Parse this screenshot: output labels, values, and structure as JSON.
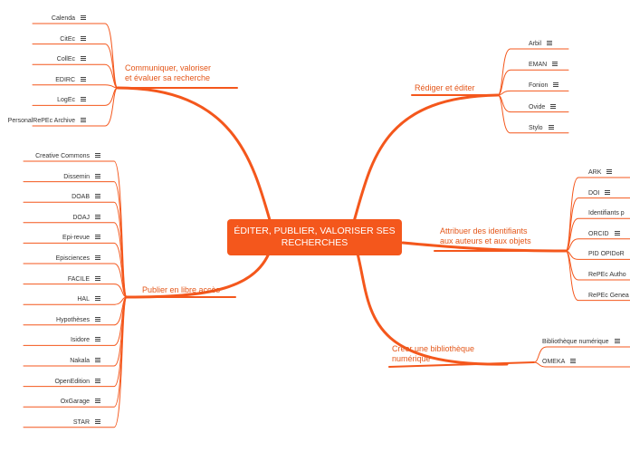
{
  "central": "ÉDITER, PUBLIER, VALORISER SES RECHERCHES",
  "branches": {
    "communiquer": {
      "label_l1": "Communiquer, valoriser",
      "label_l2": "et évaluer sa recherche",
      "leaves": [
        "Calenda",
        "CitEc",
        "CollEc",
        "EDIRC",
        "LogEc",
        "PersonalRePEc Archive"
      ]
    },
    "publier": {
      "label": "Publier en libre accès",
      "leaves": [
        "Creative Commons",
        "Dissemin",
        "DOAB",
        "DOAJ",
        "Epi-revue",
        "Episciences",
        "FACILE",
        "HAL",
        "Hypothèses",
        "Isidore",
        "Nakala",
        "OpenEdition",
        "OxGarage",
        "STAR"
      ]
    },
    "rediger": {
      "label": "Rédiger et éditer",
      "leaves": [
        "Arbil",
        "EMAN",
        "Fonion",
        "Ovide",
        "Stylo"
      ]
    },
    "attribuer": {
      "label_l1": "Attribuer des identifiants",
      "label_l2": "aux auteurs et aux objets",
      "leaves": [
        "ARK",
        "DOI",
        "Identifiants p",
        "ORCID",
        "PID OPIDoR",
        "RePEc Autho",
        "RePEc Genea"
      ]
    },
    "creer": {
      "label_l1": "Créer une bibliothèque",
      "label_l2": "numérique",
      "leaves": [
        "Bibliothèque numérique",
        "OMEKA"
      ]
    }
  },
  "note_icon": "notes-icon",
  "colors": {
    "accent": "#f4571c",
    "branch_text": "#e4571a",
    "leaf_text": "#333333"
  }
}
